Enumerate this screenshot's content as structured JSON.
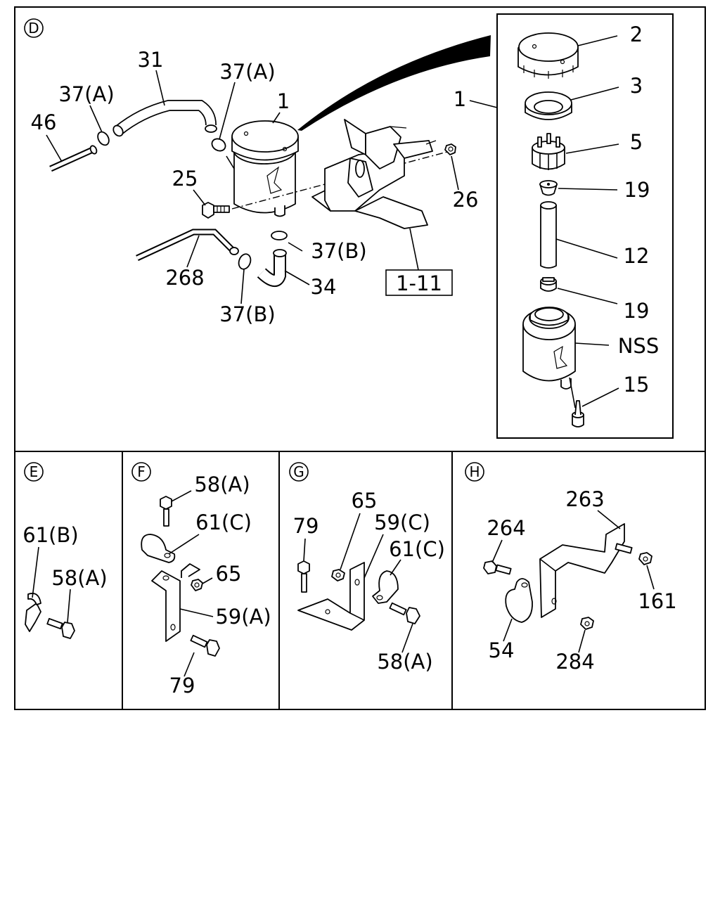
{
  "sections": {
    "D": {
      "marker": "D",
      "labels": {
        "p31": "31",
        "p37a_left": "37(A)",
        "p37a_top": "37(A)",
        "p1": "1",
        "p46": "46",
        "p25": "25",
        "p26": "26",
        "p268": "268",
        "p37b_right": "37(B)",
        "p37b_bottom": "37(B)",
        "p34": "34",
        "ref": "1-11",
        "inset_ref": "1",
        "p2": "2",
        "p3": "3",
        "p5": "5",
        "p19_top": "19",
        "p12": "12",
        "p19_bottom": "19",
        "nss": "NSS",
        "p15": "15"
      }
    },
    "E": {
      "marker": "E",
      "labels": {
        "p61b": "61(B)",
        "p58a": "58(A)"
      }
    },
    "F": {
      "marker": "F",
      "labels": {
        "p58a": "58(A)",
        "p61c": "61(C)",
        "p65": "65",
        "p59a": "59(A)",
        "p79": "79"
      }
    },
    "G": {
      "marker": "G",
      "labels": {
        "p65": "65",
        "p79": "79",
        "p59c": "59(C)",
        "p61c": "61(C)",
        "p58a": "58(A)"
      }
    },
    "H": {
      "marker": "H",
      "labels": {
        "p263": "263",
        "p264": "264",
        "p161": "161",
        "p54": "54",
        "p284": "284"
      }
    }
  }
}
